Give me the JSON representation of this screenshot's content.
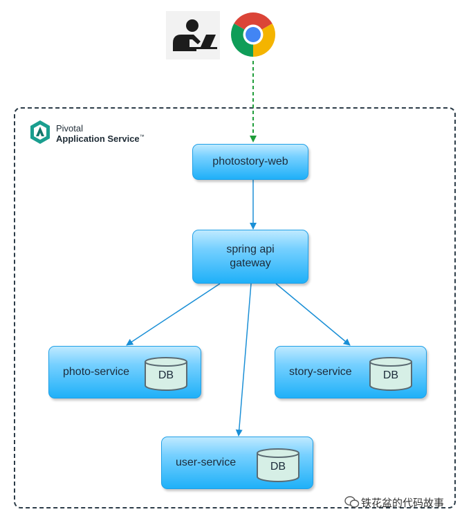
{
  "logo": {
    "line1": "Pivotal",
    "line2": "Application Service",
    "tm": "™"
  },
  "clients": {
    "user_icon": "person-at-laptop-icon",
    "browser_icon": "chrome-browser-icon"
  },
  "nodes": {
    "web": {
      "label": "photostory-web"
    },
    "gateway": {
      "label": "spring api\ngateway"
    },
    "photo": {
      "label": "photo-service",
      "db": "DB"
    },
    "story": {
      "label": "story-service",
      "db": "DB"
    },
    "user": {
      "label": "user-service",
      "db": "DB"
    }
  },
  "watermark": "铁花盆的代码故事",
  "colors": {
    "node_top": "#bfeaff",
    "node_bottom": "#1fb0f8",
    "arrow": "#1a8fd6",
    "dashed_arrow": "#1f9d3a",
    "boundary": "#2b3b47",
    "db_fill": "#d6efe6"
  }
}
